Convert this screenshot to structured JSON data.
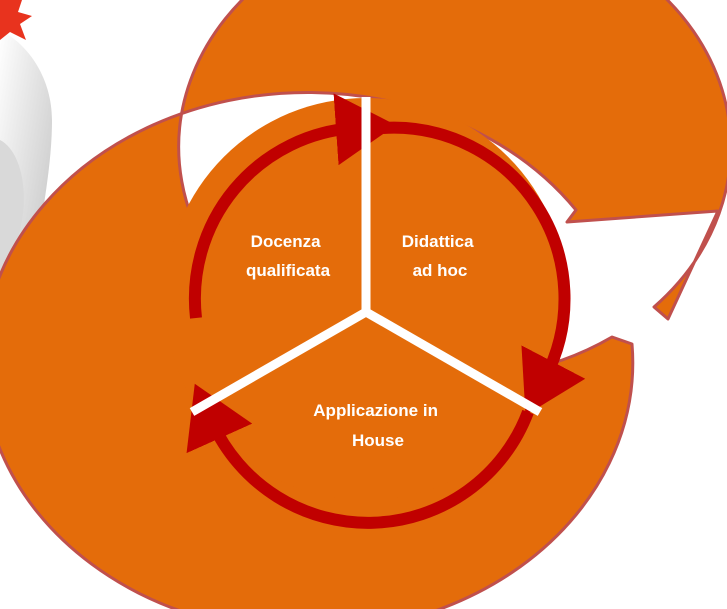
{
  "diagram": {
    "segments": [
      {
        "id": "docenza",
        "lines": [
          "Docenza",
          "qualificata"
        ]
      },
      {
        "id": "didattica",
        "lines": [
          "Didattica",
          "ad hoc"
        ]
      },
      {
        "id": "applicazione",
        "lines": [
          "Applicazione in",
          "House"
        ]
      }
    ],
    "colors": {
      "outer_arrow": "#E46C0A",
      "outer_arrow_stroke": "#C0504D",
      "inner_disc": "#E46C0A",
      "cycle_arrows": "#C00000",
      "dividers": "#FFFFFF",
      "label_text": "#FFFFFF"
    }
  },
  "decorations": {
    "corner_figure": "partial cartoon figure holding red star"
  }
}
